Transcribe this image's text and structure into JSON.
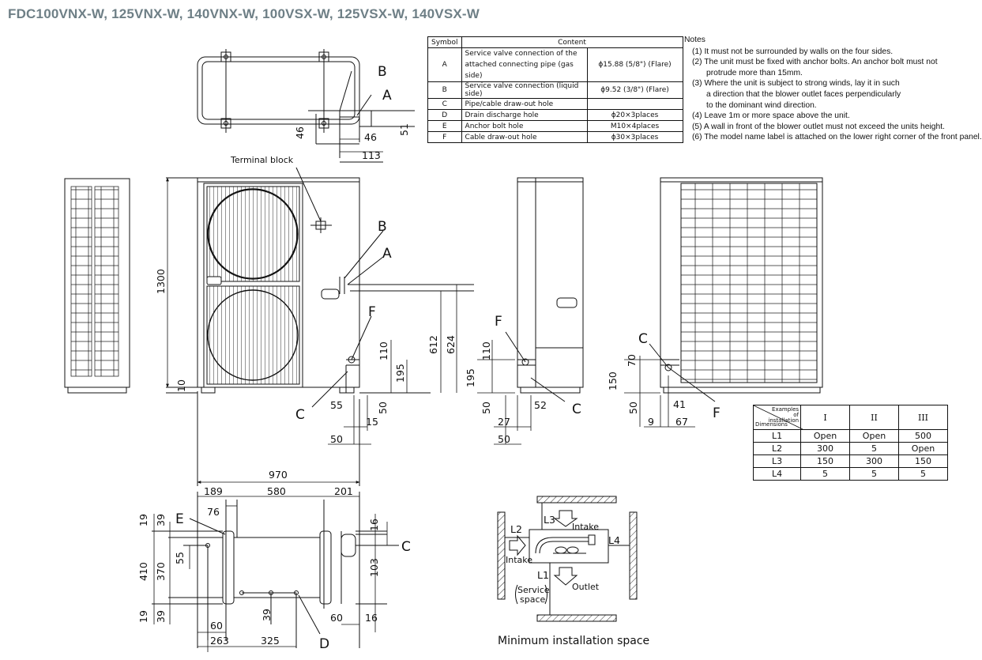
{
  "title": "FDC100VNX-W, 125VNX-W, 140VNX-W, 100VSX-W, 125VSX-W, 140VSX-W",
  "symbol_table": {
    "headers": [
      "Symbol",
      "Content"
    ],
    "rows": [
      {
        "symbol": "A",
        "content": "Service valve connection of the attached connecting pipe (gas side)",
        "spec": "ϕ15.88 (5/8\") (Flare)"
      },
      {
        "symbol": "B",
        "content": "Service valve connection (liquid side)",
        "spec": "ϕ9.52 (3/8\") (Flare)"
      },
      {
        "symbol": "C",
        "content": "Pipe/cable draw-out hole",
        "spec": ""
      },
      {
        "symbol": "D",
        "content": "Drain discharge hole",
        "spec": "ϕ20×3places"
      },
      {
        "symbol": "E",
        "content": "Anchor bolt hole",
        "spec": "M10×4places"
      },
      {
        "symbol": "F",
        "content": "Cable draw-out hole",
        "spec": "ϕ30×3places"
      }
    ]
  },
  "notes": {
    "heading": "Notes",
    "lines": [
      "(1) It must not be surrounded by walls on the four sides.",
      "(2) The unit must be fixed with anchor bolts. An anchor bolt must not",
      "protrude more than 15mm.",
      "(3) Where the unit is subject to strong winds, lay it in such",
      "a direction that the blower outlet faces perpendicularly",
      "to the dominant wind direction.",
      "(4) Leave 1m or more space above the unit.",
      "(5) A wall in front of the blower outlet must not exceed the units height.",
      "(6) The model name label is attached on the lower right corner of the front panel."
    ]
  },
  "examples_table": {
    "header_top": "Examples of installation",
    "header_bottom": "Dimensions",
    "columns": [
      "I",
      "II",
      "III"
    ],
    "rows": [
      {
        "dim": "L1",
        "values": [
          "Open",
          "Open",
          "500"
        ]
      },
      {
        "dim": "L2",
        "values": [
          "300",
          "5",
          "Open"
        ]
      },
      {
        "dim": "L3",
        "values": [
          "150",
          "300",
          "150"
        ]
      },
      {
        "dim": "L4",
        "values": [
          "5",
          "5",
          "5"
        ]
      }
    ]
  },
  "labels": {
    "terminal_block": "Terminal block",
    "min_space": "Minimum installation space",
    "intake": "Intake",
    "outlet": "Outlet",
    "service_space_1": "Service",
    "service_space_2": "space",
    "A": "A",
    "B": "B",
    "C": "C",
    "D": "D",
    "E": "E",
    "F": "F",
    "L1": "L1",
    "L2": "L2",
    "L3": "L3",
    "L4": "L4"
  },
  "dimensions": {
    "top_46a": "46",
    "top_46b": "46",
    "top_51": "51",
    "top_113": "113",
    "h1300": "1300",
    "h10": "10",
    "w970": "970",
    "f612": "612",
    "f624": "624",
    "f110": "110",
    "f195": "195",
    "f55": "55",
    "f50a": "50",
    "f15": "15",
    "f50b": "50",
    "s110": "110",
    "s195": "195",
    "s50a": "50",
    "s52": "52",
    "s27": "27",
    "s50b": "50",
    "r70": "70",
    "r150": "150",
    "r50": "50",
    "r41": "41",
    "r9": "9",
    "r67": "67",
    "b189": "189",
    "b580": "580",
    "b201": "201",
    "b76": "76",
    "b19a": "19",
    "b39a": "39",
    "b410": "410",
    "b370": "370",
    "b55": "55",
    "b19b": "19",
    "b39b": "39",
    "b60a": "60",
    "b263": "263",
    "b325": "325",
    "b39c": "39",
    "b60b": "60",
    "b16a": "16",
    "b103": "103",
    "b16b": "16"
  }
}
